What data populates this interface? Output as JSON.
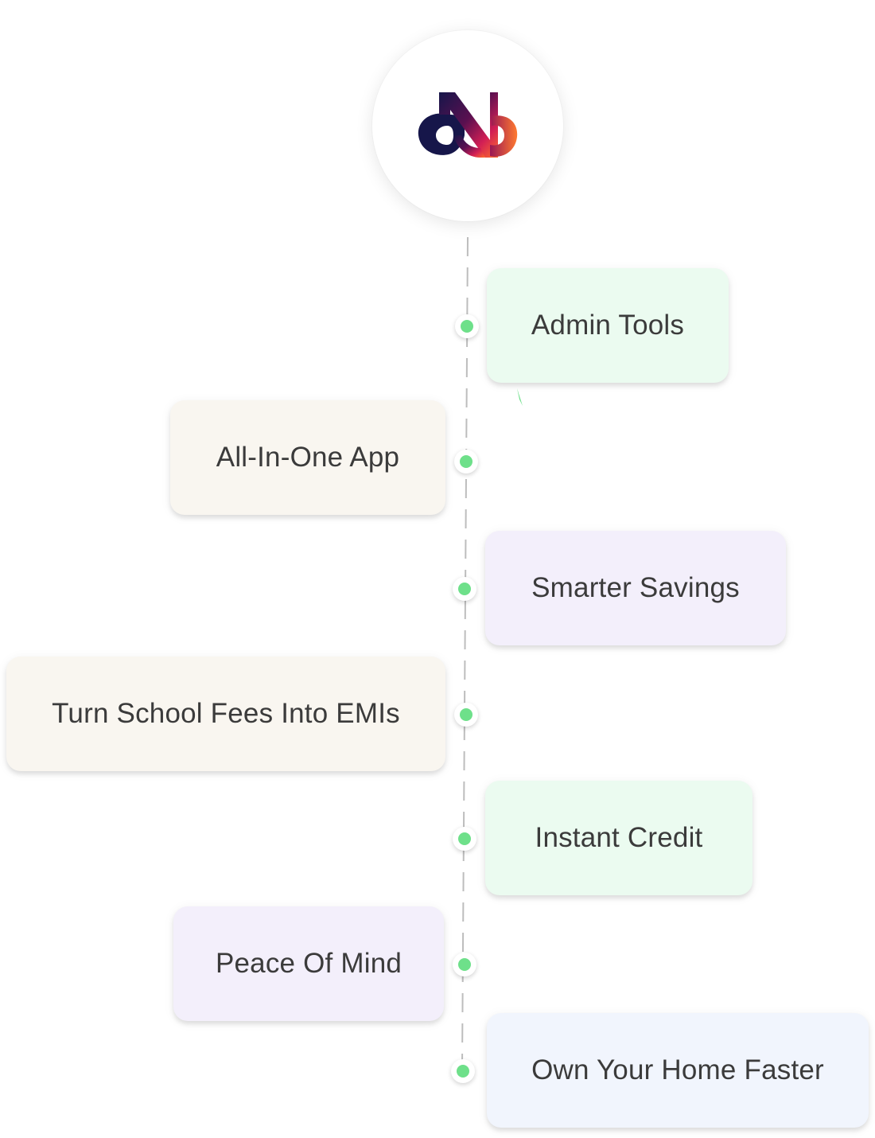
{
  "logo": {
    "icon": "brand-logo-icon",
    "colors": [
      "#1b1b4d",
      "#c41e5c",
      "#ff6a2a"
    ]
  },
  "accent": {
    "dot": "#6ee08a",
    "line": "#bdbdbd"
  },
  "items": [
    {
      "label": "Admin Tools",
      "side": "right",
      "color": "#ebfbf0"
    },
    {
      "label": "All-In-One App",
      "side": "left",
      "color": "#f9f6f0"
    },
    {
      "label": "Smarter Savings",
      "side": "right",
      "color": "#f3effb"
    },
    {
      "label": "Turn School Fees Into EMIs",
      "side": "left",
      "color": "#f9f6f0"
    },
    {
      "label": "Instant Credit",
      "side": "right",
      "color": "#ebfbf0"
    },
    {
      "label": "Peace Of Mind",
      "side": "left",
      "color": "#f3effb"
    },
    {
      "label": "Own Your Home Faster",
      "side": "right",
      "color": "#f1f5fd"
    }
  ]
}
